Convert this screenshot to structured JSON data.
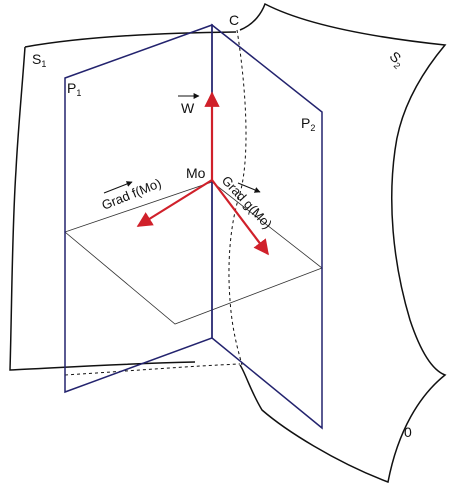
{
  "labels": {
    "s1": "S",
    "s1_sub": "1",
    "s2": "S",
    "s2_sub": "2",
    "p1": "P",
    "p1_sub": "1",
    "p2": "P",
    "p2_sub": "2",
    "c": "C",
    "mo": "Mo",
    "w": "W",
    "grad_f": "Grad f(Mo)",
    "grad_g": "Grad g(Mo)",
    "zero": "0"
  },
  "colors": {
    "surface_line": "#111111",
    "plane_line": "#23236e",
    "vector": "#d0202a",
    "thin_line": "#333333"
  }
}
